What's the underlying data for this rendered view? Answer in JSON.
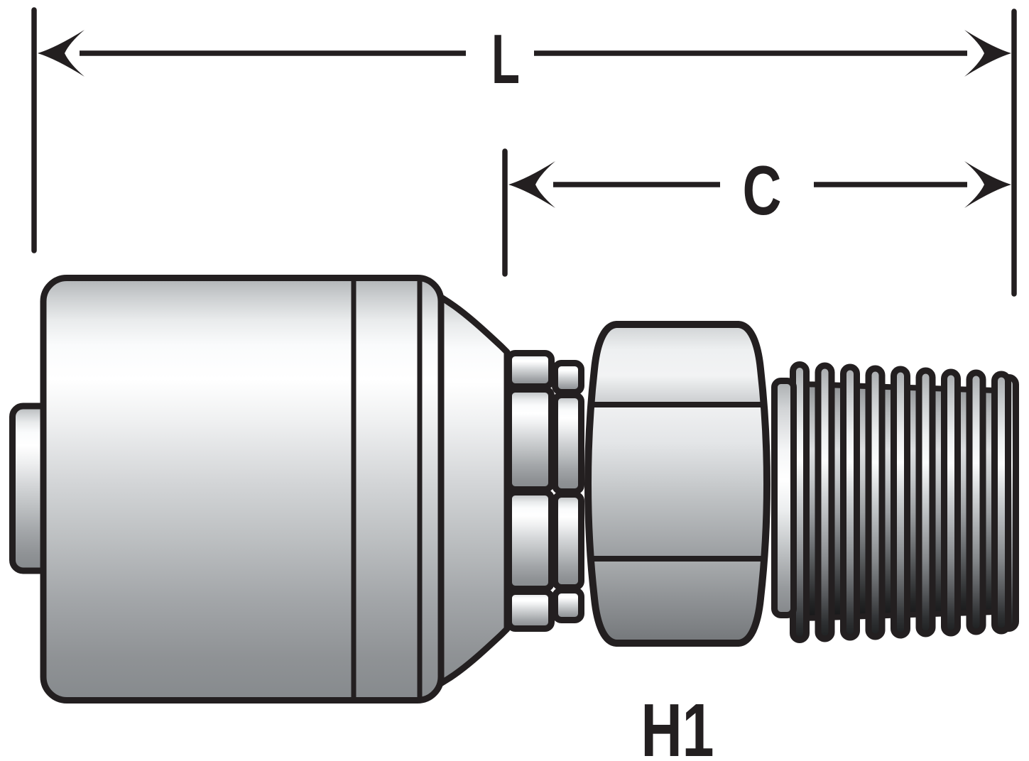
{
  "colors": {
    "background": "#ffffff",
    "outline": "#231f20",
    "metal_highlight": "#ffffff",
    "metal_shadow": "#85888b",
    "thread_dark": "#1d1f20"
  },
  "labels": {
    "L": "L",
    "C": "C",
    "H1": "H1"
  }
}
